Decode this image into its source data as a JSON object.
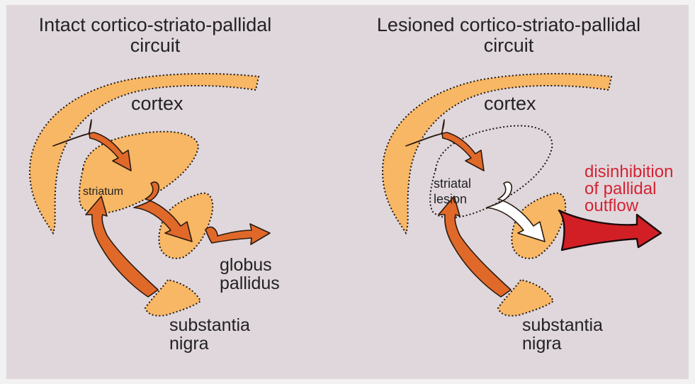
{
  "panels": {
    "intact": {
      "title_line1": "Intact cortico-striato-pallidal",
      "title_line2": "circuit",
      "cortex": "cortex",
      "striatum": "striatum",
      "globus_line1": "globus",
      "globus_line2": "pallidus",
      "substantia_line1": "substantia",
      "substantia_line2": "nigra"
    },
    "lesioned": {
      "title_line1": "Lesioned cortico-striato-pallidal",
      "title_line2": "circuit",
      "cortex": "cortex",
      "lesion_line1": "striatal",
      "lesion_line2": "lesion",
      "disinhibition_line1": "disinhibition",
      "disinhibition_line2": "of pallidal",
      "disinhibition_line3": "outflow",
      "substantia_line1": "substantia",
      "substantia_line2": "nigra"
    }
  },
  "colors": {
    "background": "#e0d7dc",
    "region_fill": "#f8b765",
    "arrow_fill": "#e0692a",
    "arrow_outline": "#2a1a10",
    "outflow_arrow": "#d21f26",
    "outflow_text": "#d42333",
    "lesion_arrow": "#ffffff"
  }
}
